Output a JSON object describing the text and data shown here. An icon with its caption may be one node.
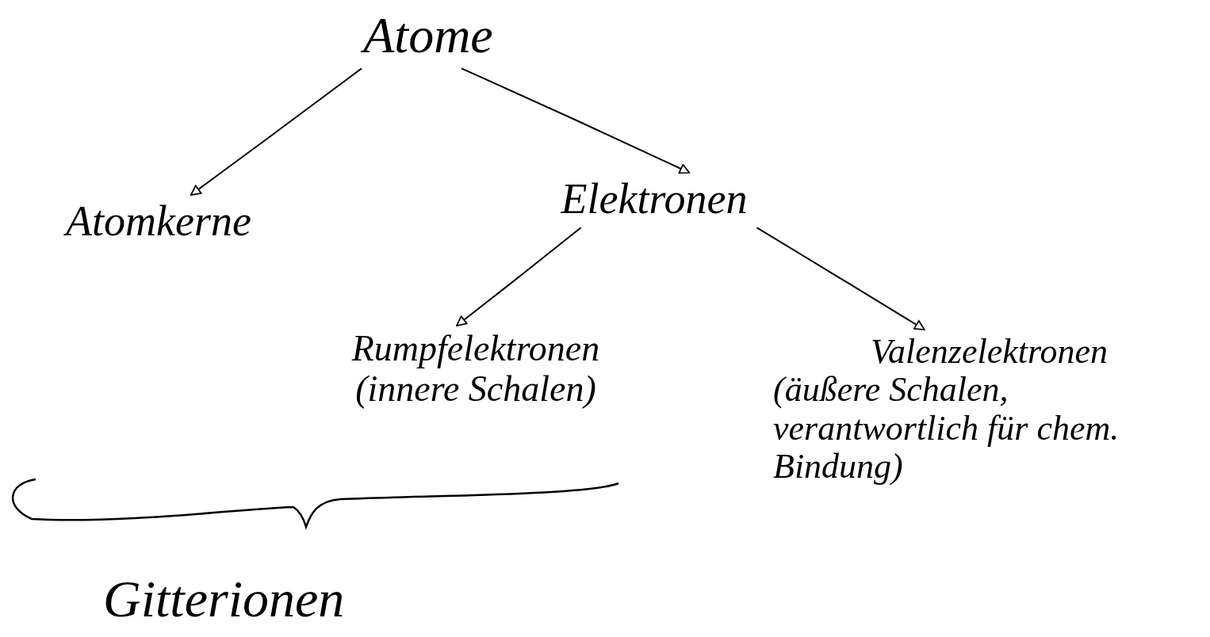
{
  "diagram": {
    "nodes": [
      {
        "text": [
          "Atome"
        ]
      },
      {
        "text": [
          "Atomkerne"
        ]
      },
      {
        "text": [
          "Elektronen"
        ]
      },
      {
        "text": [
          "Rumpfelektronen",
          "(innere Schalen)"
        ]
      },
      {
        "text": [
          "Valenzelektronen",
          "(äußere Schalen, verantwortlich für chem. Bindung)"
        ]
      }
    ],
    "edges": [
      {
        "from": 0,
        "to": 1,
        "arrow": "to"
      },
      {
        "from": 0,
        "to": 2,
        "arrow": "to"
      },
      {
        "from": 2,
        "to": 3,
        "arrow": "to"
      },
      {
        "from": 2,
        "to": 4,
        "arrow": "to"
      }
    ],
    "labels": [
      "Gitterionen"
    ]
  }
}
